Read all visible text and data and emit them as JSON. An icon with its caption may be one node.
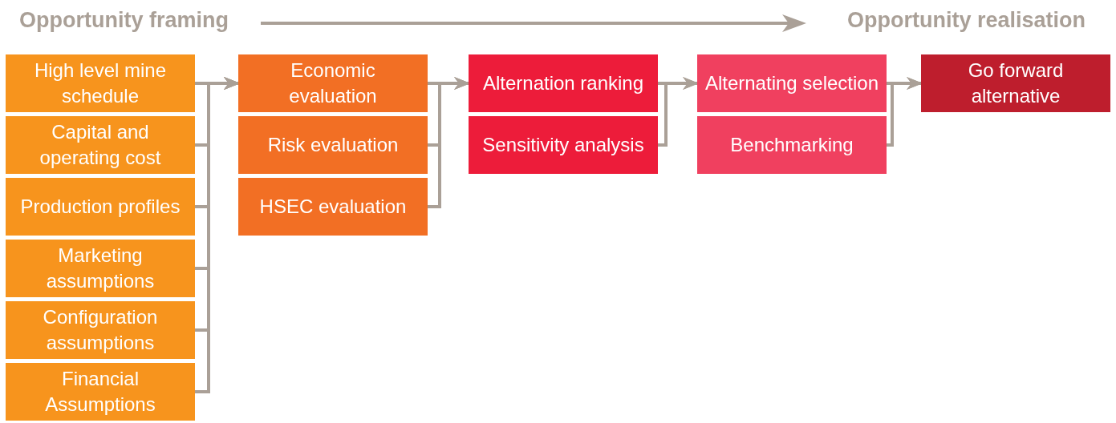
{
  "diagram": {
    "nodes": [
      {
        "text": [
          "High level mine schedule"
        ]
      },
      {
        "text": [
          "Capital and operating cost"
        ]
      },
      {
        "text": [
          "Production profiles"
        ]
      },
      {
        "text": [
          "Marketing assumptions"
        ]
      },
      {
        "text": [
          "Configuration assumptions"
        ]
      },
      {
        "text": [
          "Financial Assumptions"
        ]
      },
      {
        "text": [
          "Economic evaluation"
        ]
      },
      {
        "text": [
          "Risk evaluation"
        ]
      },
      {
        "text": [
          "HSEC evaluation"
        ]
      },
      {
        "text": [
          "Alternation ranking"
        ]
      },
      {
        "text": [
          "Sensitivity analysis"
        ]
      },
      {
        "text": [
          "Alternating selection"
        ]
      },
      {
        "text": [
          "Benchmarking"
        ]
      },
      {
        "text": [
          "Go forward alternative"
        ]
      }
    ],
    "edges": [
      {
        "from": 0,
        "to": 6,
        "arrow": "to"
      },
      {
        "from": 1,
        "to": 6,
        "arrow": "to"
      },
      {
        "from": 2,
        "to": 6,
        "arrow": "to"
      },
      {
        "from": 3,
        "to": 6,
        "arrow": "to"
      },
      {
        "from": 4,
        "to": 6,
        "arrow": "to"
      },
      {
        "from": 5,
        "to": 6,
        "arrow": "to"
      },
      {
        "from": 6,
        "to": 9,
        "arrow": "to"
      },
      {
        "from": 7,
        "to": 9,
        "arrow": "to"
      },
      {
        "from": 8,
        "to": 9,
        "arrow": "to"
      },
      {
        "from": 9,
        "to": 11,
        "arrow": "to"
      },
      {
        "from": 10,
        "to": 11,
        "arrow": "to"
      },
      {
        "from": 11,
        "to": 13,
        "arrow": "to"
      },
      {
        "from": 12,
        "to": 13,
        "arrow": "to"
      }
    ],
    "labels": [
      "Opportunity framing",
      "Opportunity realisation"
    ]
  }
}
